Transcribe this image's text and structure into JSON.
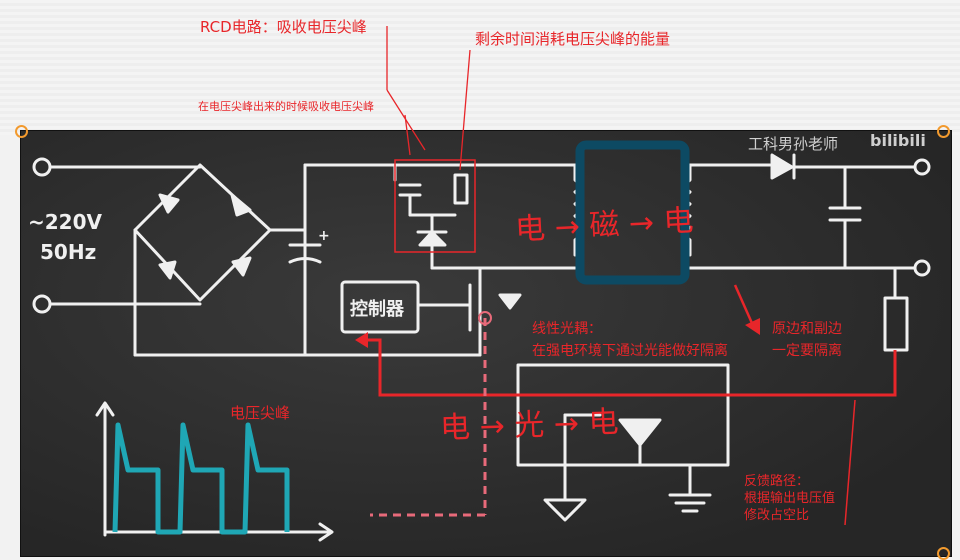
{
  "annotations": {
    "rcd_title": "RCD电路：吸收电压尖峰",
    "rcd_absorb": "在电压尖峰出来的时候吸收电压尖峰",
    "remaining_time": "剩余时间消耗电压尖峰的能量",
    "optocoupler_line1": "线性光耦：",
    "optocoupler_line2": "在强电环境下通过光能做好隔离",
    "isolation_line1": "原边和副边",
    "isolation_line2": "一定要隔离",
    "voltage_spike": "电压尖峰",
    "feedback_line1": "反馈路径：",
    "feedback_line2": "根据输出电压值",
    "feedback_line3": "修改占空比"
  },
  "circuit": {
    "input_voltage": "~220V",
    "input_freq": "50Hz",
    "controller_label": "控制器",
    "cap_polarity": "+"
  },
  "handwriting": {
    "transfer": "电 → 磁 → 电",
    "opto_transfer": "电 → 光 → 电"
  },
  "watermark": {
    "author": "工科男孙老师",
    "platform": "bilibili"
  },
  "colors": {
    "chalk": "#f0f0f0",
    "annotation_red": "#e8262a",
    "waveform_teal": "#1fa7b5",
    "transformer_teal": "#0d4a63",
    "pin_orange": "#f29a2e",
    "dashed_pink": "#e86a7a"
  }
}
